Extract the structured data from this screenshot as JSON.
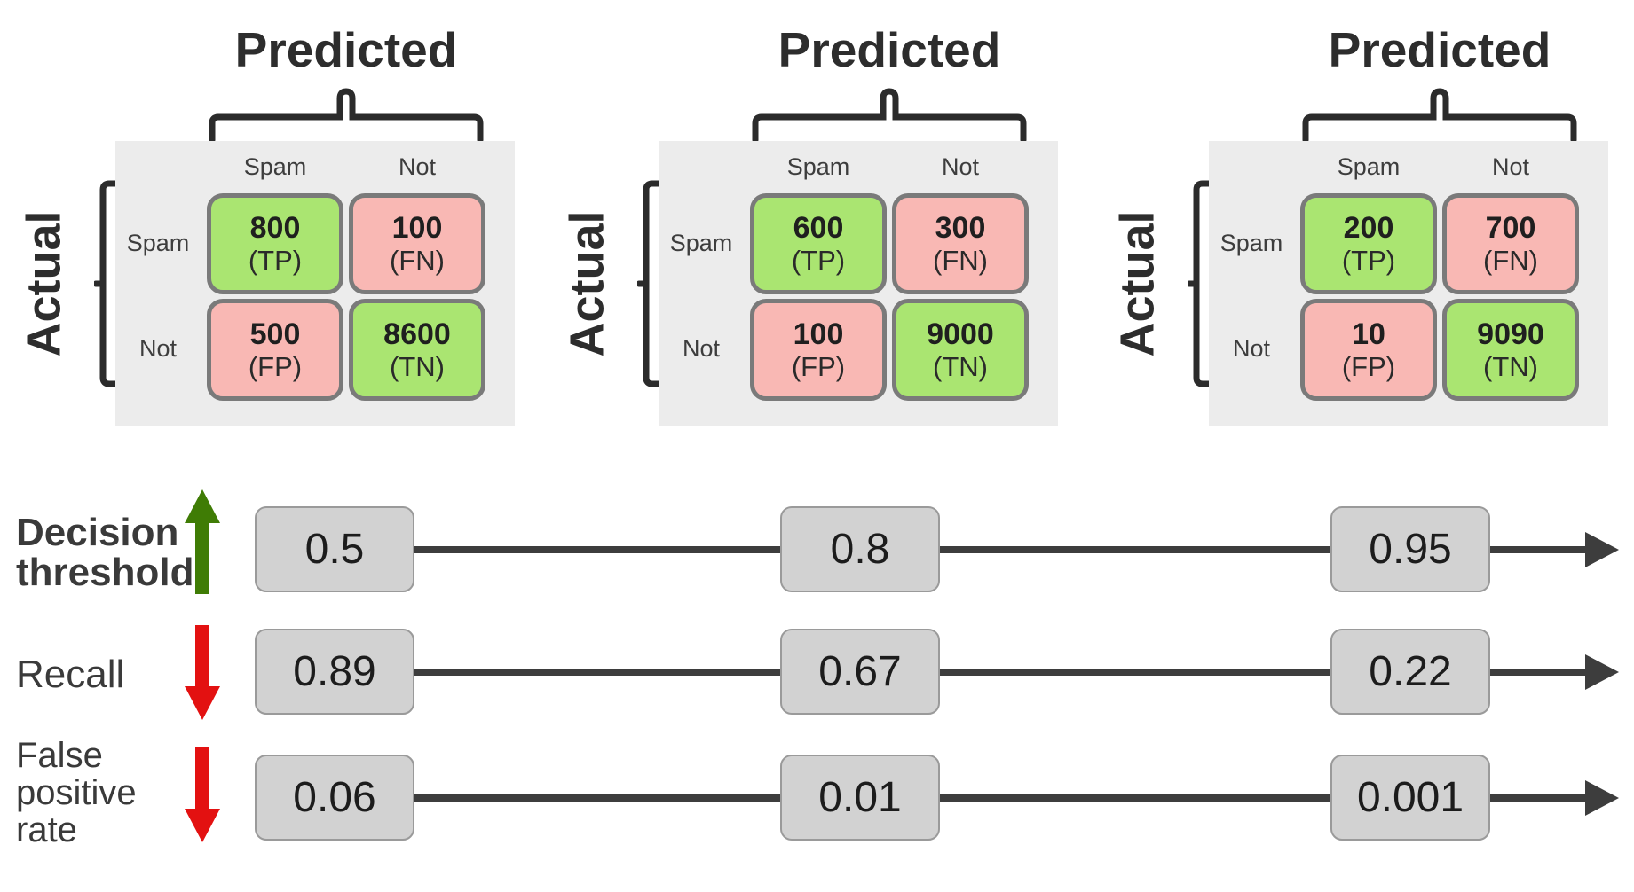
{
  "matrix_section": {
    "predicted_label": "Predicted",
    "actual_label": "Actual",
    "col_headers": [
      "Spam",
      "Not"
    ],
    "row_headers": [
      "Spam",
      "Not"
    ],
    "matrices": [
      {
        "cells": {
          "tp": {
            "value": "800",
            "tag": "(TP)"
          },
          "fn": {
            "value": "100",
            "tag": "(FN)"
          },
          "fp": {
            "value": "500",
            "tag": "(FP)"
          },
          "tn": {
            "value": "8600",
            "tag": "(TN)"
          }
        }
      },
      {
        "cells": {
          "tp": {
            "value": "600",
            "tag": "(TP)"
          },
          "fn": {
            "value": "300",
            "tag": "(FN)"
          },
          "fp": {
            "value": "100",
            "tag": "(FP)"
          },
          "tn": {
            "value": "9000",
            "tag": "(TN)"
          }
        }
      },
      {
        "cells": {
          "tp": {
            "value": "200",
            "tag": "(TP)"
          },
          "fn": {
            "value": "700",
            "tag": "(FN)"
          },
          "fp": {
            "value": "10",
            "tag": "(FP)"
          },
          "tn": {
            "value": "9090",
            "tag": "(TN)"
          }
        }
      }
    ]
  },
  "metric_rows": [
    {
      "label_lines": [
        "Decision",
        "threshold"
      ],
      "trend": "up",
      "values": [
        "0.5",
        "0.8",
        "0.95"
      ]
    },
    {
      "label_lines": [
        "Recall"
      ],
      "trend": "down",
      "values": [
        "0.89",
        "0.67",
        "0.22"
      ]
    },
    {
      "label_lines": [
        "False",
        "positive",
        "rate"
      ],
      "trend": "down",
      "values": [
        "0.06",
        "0.01",
        "0.001"
      ]
    }
  ],
  "icons": {
    "up_arrow": "increase-arrow",
    "down_arrow": "decrease-arrow",
    "right_arrow": "axis-arrow-right"
  },
  "colors": {
    "cell_green": "#aae571",
    "cell_pink": "#f9b8b4",
    "cell_border": "#7a7a7a",
    "panel_bg": "#ececec",
    "value_box_fill": "#d2d2d2",
    "value_box_border": "#9a9a9a",
    "axis_line": "#3d3d3d",
    "up_arrow": "#3f7c05",
    "down_arrow": "#e31111",
    "bracket": "#2b2b2b"
  }
}
